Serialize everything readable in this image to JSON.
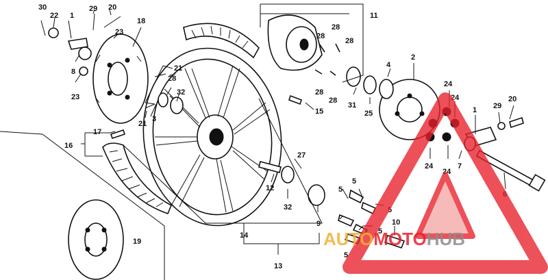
{
  "colors": {
    "line": "#111111",
    "watermark_red": "#e8202a",
    "watermark_salmon": "#f4a8a6",
    "watermark_orange": "#f0b030",
    "watermark_gray": "#8c8c8c",
    "background": "#ffffff"
  },
  "labels": {
    "l30": "30",
    "l22": "22",
    "l29a": "29",
    "l20a": "20",
    "l1a": "1",
    "l23a": "23",
    "l8": "8",
    "l23b": "23",
    "l18": "18",
    "l21a": "21",
    "l28a": "28",
    "l32a": "32",
    "l21b": "21",
    "l3": "3",
    "l17": "17",
    "l16": "16",
    "l11": "11",
    "l28b": "28",
    "l28c": "28",
    "l28d": "28",
    "l28e": "28",
    "l28f": "28",
    "l15": "15",
    "l31": "31",
    "l25": "25",
    "l4": "4",
    "l2": "2",
    "l24a": "24",
    "l24b": "24",
    "l24c": "24",
    "l24d": "24",
    "l29b": "29",
    "l20b": "20",
    "l1b": "1",
    "l7": "7",
    "l6": "6",
    "l27": "27",
    "l12": "12",
    "l32b": "32",
    "l5a": "5",
    "l5b": "5",
    "l5c": "5",
    "l5d": "5",
    "l5e": "5",
    "l9": "9",
    "l10": "10",
    "l14": "14",
    "l13": "13",
    "l19": "19"
  },
  "watermark": {
    "part1": "AUTO",
    "part2": "MOTO",
    "part3": "HUB"
  }
}
